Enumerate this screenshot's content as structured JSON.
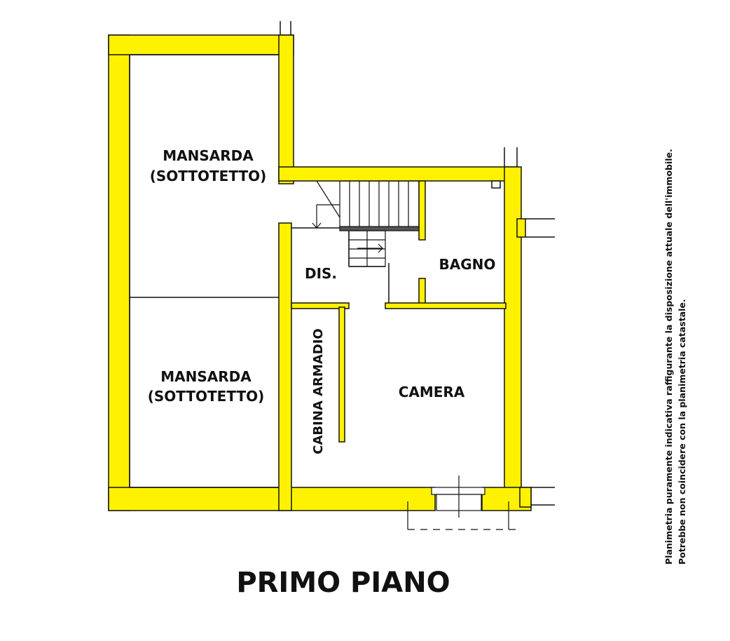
{
  "plan": {
    "title": "PRIMO PIANO",
    "wall_color": "#FFF200",
    "line_color": "#111111",
    "rooms": {
      "mansarda_top": {
        "line1": "MANSARDA",
        "line2": "(SOTTOTETTO)"
      },
      "mansarda_bottom": {
        "line1": "MANSARDA",
        "line2": "(SOTTOTETTO)"
      },
      "dis": "DIS.",
      "bagno": "BAGNO",
      "cabina_armadio": "CABINA ARMADIO",
      "camera": "CAMERA"
    },
    "disclaimer": {
      "line1": "Planimetria puramente indicativa raffigurante la disposizione attuale dell'immobile.",
      "line2": "Potrebbe non coincidere con la planimetria catastale."
    }
  }
}
